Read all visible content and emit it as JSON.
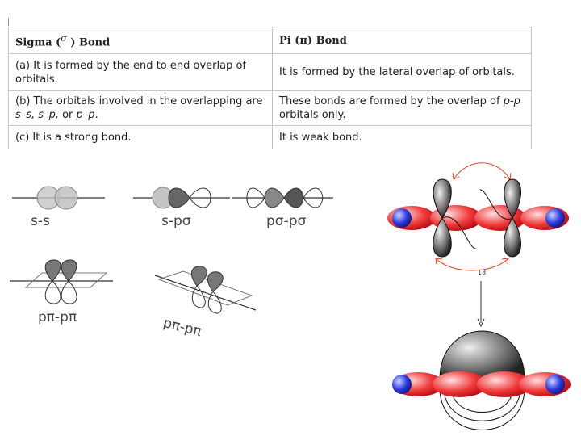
{
  "table": {
    "header": {
      "left_prefix": "Sigma (",
      "left_symbol": "σ",
      "left_suffix": " ) Bond",
      "right": "Pi (π) Bond"
    },
    "rows": [
      {
        "left": "(a) It is formed by the end to end overlap of orbitals.",
        "right": "It is formed by the lateral overlap of orbitals."
      },
      {
        "left_text": "(b) The orbitals involved in the overlapping are ",
        "left_italic": "s–s, s–p,",
        "left_mid": " or ",
        "left_italic2": "p–p",
        "left_end": ".",
        "right_text": "These bonds are formed by the overlap of ",
        "right_italic": "p-p",
        "right_end": " orbitals only."
      },
      {
        "left": "(c) It is a strong bond.",
        "right": "It is weak bond."
      }
    ]
  },
  "diagram_labels": {
    "ss": "s-s",
    "spsigma": "s-pσ",
    "ppsigma": "pσ-pσ",
    "pipi_1": "pπ-pπ",
    "pipi_2": "pπ-pπ",
    "step_number": "18"
  },
  "colors": {
    "lobe_red": "#e8202a",
    "lobe_grey": "#555555",
    "atom_blue": "#2233dd"
  }
}
